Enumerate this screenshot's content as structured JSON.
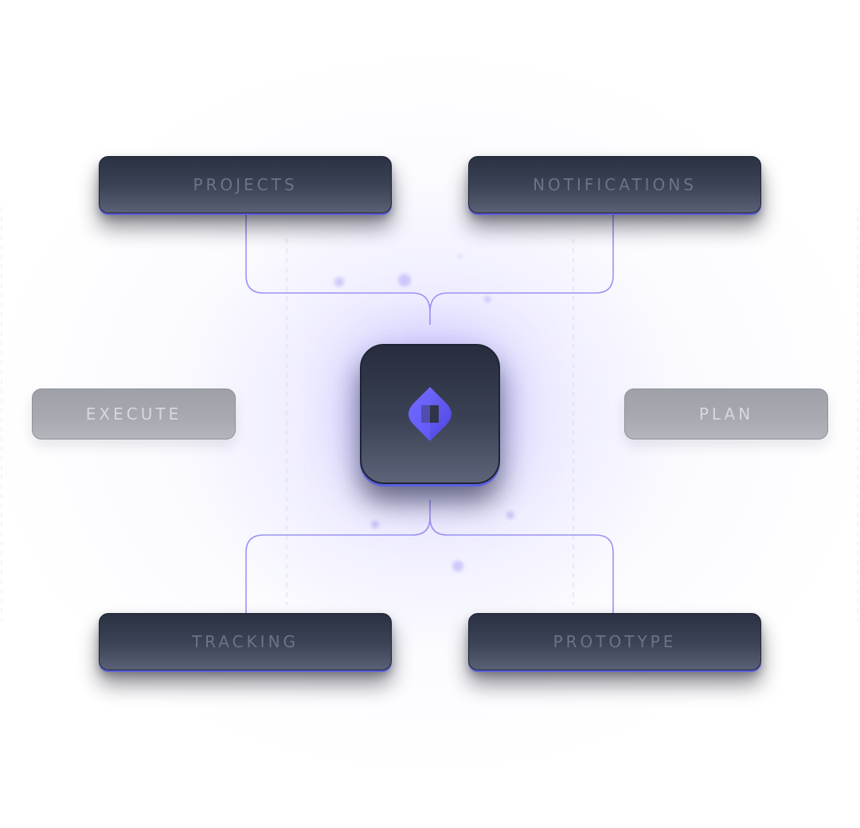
{
  "diagram": {
    "hub": {
      "icon": "diamond-logo-icon",
      "accent": "#6c63ff"
    },
    "nodes": {
      "top_left": "PROJECTS",
      "top_right": "NOTIFICATIONS",
      "mid_left": "EXECUTE",
      "mid_right": "PLAN",
      "bottom_left": "TRACKING",
      "bottom_right": "PROTOTYPE"
    },
    "colors": {
      "connector": "#8d88f0",
      "node_dark": "#2a3142",
      "node_muted": "#a7aab0",
      "glow": "#7a70ff"
    }
  }
}
